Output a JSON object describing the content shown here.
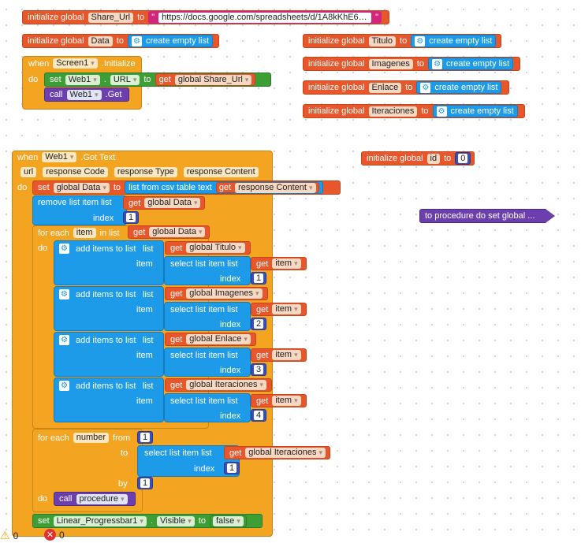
{
  "globals_top": {
    "kw": "initialize global",
    "to": "to",
    "share_url": {
      "name": "Share_Url",
      "value": "https://docs.google.com/spreadsheets/d/1A8kKhE6Q..."
    },
    "data": {
      "name": "Data",
      "value": "create empty list"
    },
    "titulo": {
      "name": "Titulo",
      "value": "create empty list"
    },
    "imagenes": {
      "name": "Imagenes",
      "value": "create empty list"
    },
    "enlace": {
      "name": "Enlace",
      "value": "create empty list"
    },
    "iteraciones": {
      "name": "Iteraciones",
      "value": "create empty list"
    },
    "id": {
      "name": "id",
      "value": "0"
    }
  },
  "screen_init": {
    "when": "when",
    "component": "Screen1",
    "event": ".Initialize",
    "do": "do",
    "set": "set",
    "web": "Web1",
    "prop": "URL",
    "to": "to",
    "get": "get",
    "get_var": "global Share_Url",
    "call": "call",
    "call_comp": "Web1",
    "call_method": ".Get"
  },
  "got_text": {
    "when": "when",
    "component": "Web1",
    "event": ".Got Text",
    "params": [
      "url",
      "response Code",
      "response Type",
      "response Content"
    ],
    "do": "do",
    "set": "set",
    "set_var": "global Data",
    "to": "to",
    "csv": "list from csv table  text",
    "get": "get",
    "response_content": "response Content",
    "remove": "remove list item  list",
    "remove_var": "global Data",
    "index": "index",
    "one": "1",
    "foreach": "for each",
    "item": "item",
    "in_list": "in list",
    "foreach_var": "global Data",
    "add_items": "add items to list",
    "list": "list",
    "item_lbl": "item",
    "select": "select list item  list",
    "adds": [
      {
        "var": "global Titulo",
        "idx": "1"
      },
      {
        "var": "global Imagenes",
        "idx": "2"
      },
      {
        "var": "global Enlace",
        "idx": "3"
      },
      {
        "var": "global Iteraciones",
        "idx": "4"
      }
    ],
    "for_number": "for each",
    "number": "number",
    "from": "from",
    "from_val": "1",
    "to_lbl": "to",
    "iter_var": "global Iteraciones",
    "index_val": "1",
    "by": "by",
    "by_val": "1",
    "call": "call",
    "procedure": "procedure",
    "set2": "set",
    "progress": "Linear_Progressbar1",
    "visible": "Visible",
    "false": "false"
  },
  "procedure_collapsed": "to procedure do set global ...",
  "status": {
    "warnings": "0",
    "errors": "0"
  }
}
